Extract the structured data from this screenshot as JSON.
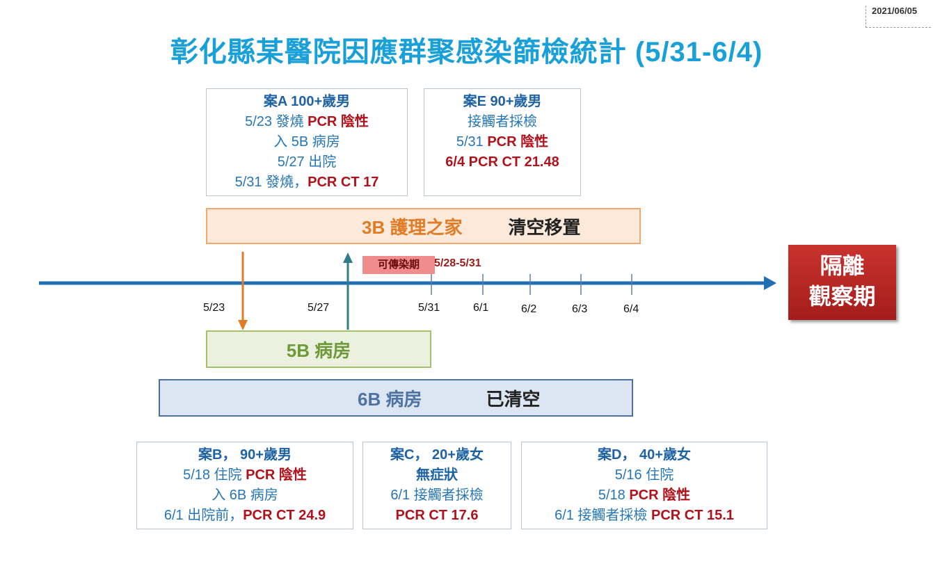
{
  "date_stamp": "2021/06/05",
  "title": "彰化縣某醫院因應群聚感染篩檢統計 (5/31-6/4)",
  "case_a": {
    "header": "案A 100+歲男",
    "line1_date": "5/23 發燒",
    "line1_result": "PCR 陰性",
    "line2": "入 5B 病房",
    "line3": "5/27 出院",
    "line4_date": "5/31 發燒，",
    "line4_result": "PCR  CT 17"
  },
  "case_e": {
    "header": "案E 90+歲男",
    "line1": "接觸者採檢",
    "line2_date": "5/31",
    "line2_result": "PCR 陰性",
    "line3_date": "6/4",
    "line3_result": "PCR CT 21.48"
  },
  "ward_3b": {
    "name": "3B 護理之家",
    "status": "清空移置"
  },
  "ward_5b": {
    "name": "5B 病房"
  },
  "ward_6b": {
    "name": "6B 病房",
    "status": "已清空"
  },
  "infectious": {
    "label": "可傳染期",
    "range": "5/28-5/31"
  },
  "quarantine": {
    "line1": "隔離",
    "line2": "觀察期"
  },
  "timeline": {
    "ticks": [
      "5/23",
      "5/27",
      "5/31",
      "6/1",
      "6/2",
      "6/3",
      "6/4"
    ]
  },
  "case_b": {
    "header": "案B， 90+歲男",
    "line1_date": "5/18 住院",
    "line1_result": "PCR 陰性",
    "line2": "入 6B 病房",
    "line3_date": "6/1 出院前，",
    "line3_result": "PCR  CT 24.9"
  },
  "case_c": {
    "header": "案C， 20+歲女",
    "line1": "無症狀",
    "line2": "6/1 接觸者採檢",
    "line3": "PCR  CT 17.6"
  },
  "case_d": {
    "header": "案D， 40+歲女",
    "line1": "5/16 住院",
    "line2_date": "5/18",
    "line2_result": "PCR 陰性",
    "line3_date": "6/1 接觸者採檢",
    "line3_result": "PCR  CT 15.1"
  },
  "colors": {
    "title": "#1aa0d8",
    "timeline": "#1f6fb2",
    "positive_red": "#b0121b",
    "quarantine_red": "#b9282a",
    "arrow_orange": "#e07b26",
    "arrow_teal": "#2f7c8c"
  }
}
